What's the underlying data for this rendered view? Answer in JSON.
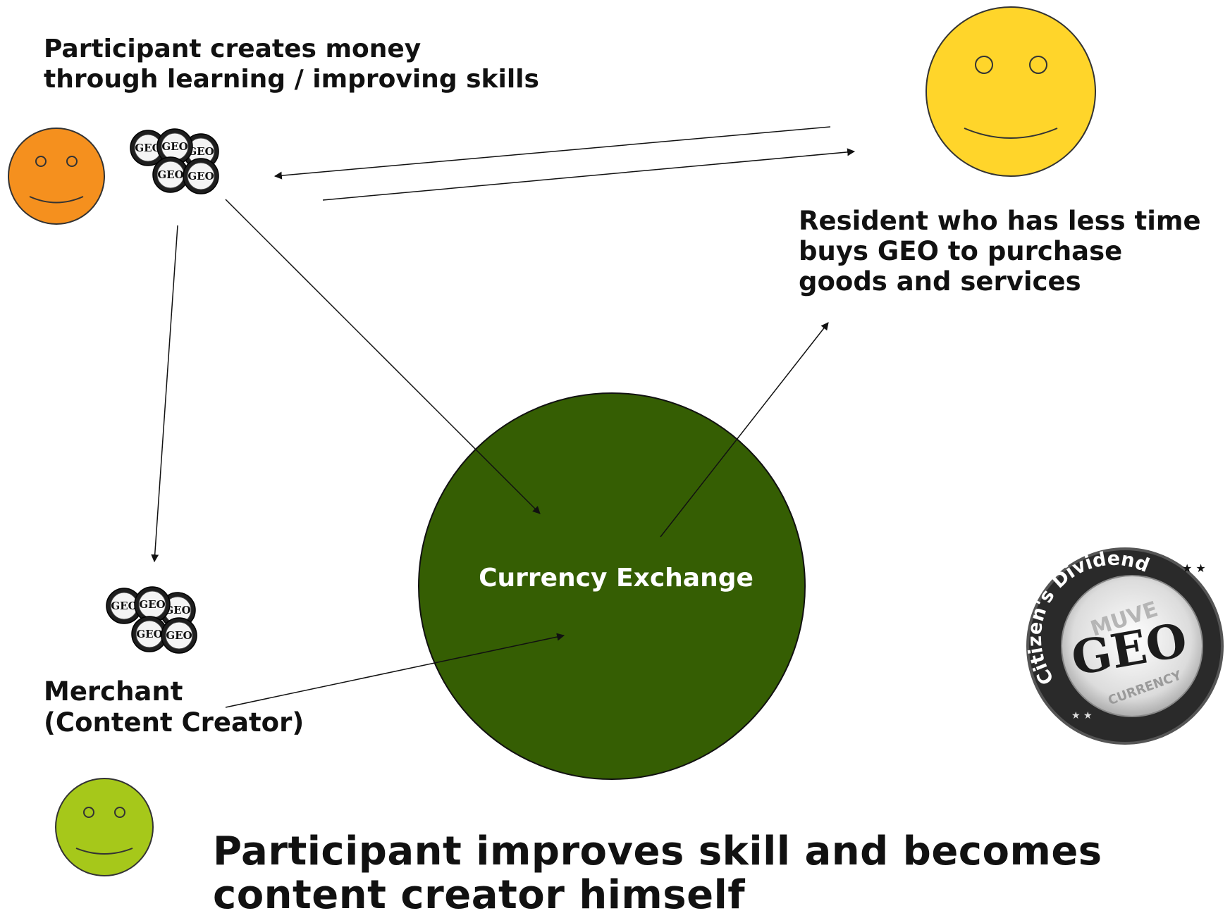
{
  "labels": {
    "participant_creates_lines": [
      "Participant creates money",
      "through learning / improving skills"
    ],
    "resident_lines": [
      "Resident who has less time",
      "buys GEO to purchase",
      "goods and services"
    ],
    "merchant_lines": [
      "Merchant",
      "(Content Creator)"
    ],
    "footer_lines": [
      "Participant improves skill and becomes",
      "content creator himself"
    ],
    "currency_exchange": "Currency Exchange"
  },
  "coin_text": "GEO",
  "logo": {
    "arc_text": "Citizen's Dividend",
    "top_text": "MUVE",
    "main_text": "GEO",
    "bottom_text": "CURRENCY"
  },
  "colors": {
    "participant_face": "#F5901E",
    "resident_face": "#FFD52A",
    "merchant_face": "#A6C81A",
    "exchange_circle": "#355E03",
    "coin": "#1E1E1E",
    "arrow": "#111111"
  }
}
